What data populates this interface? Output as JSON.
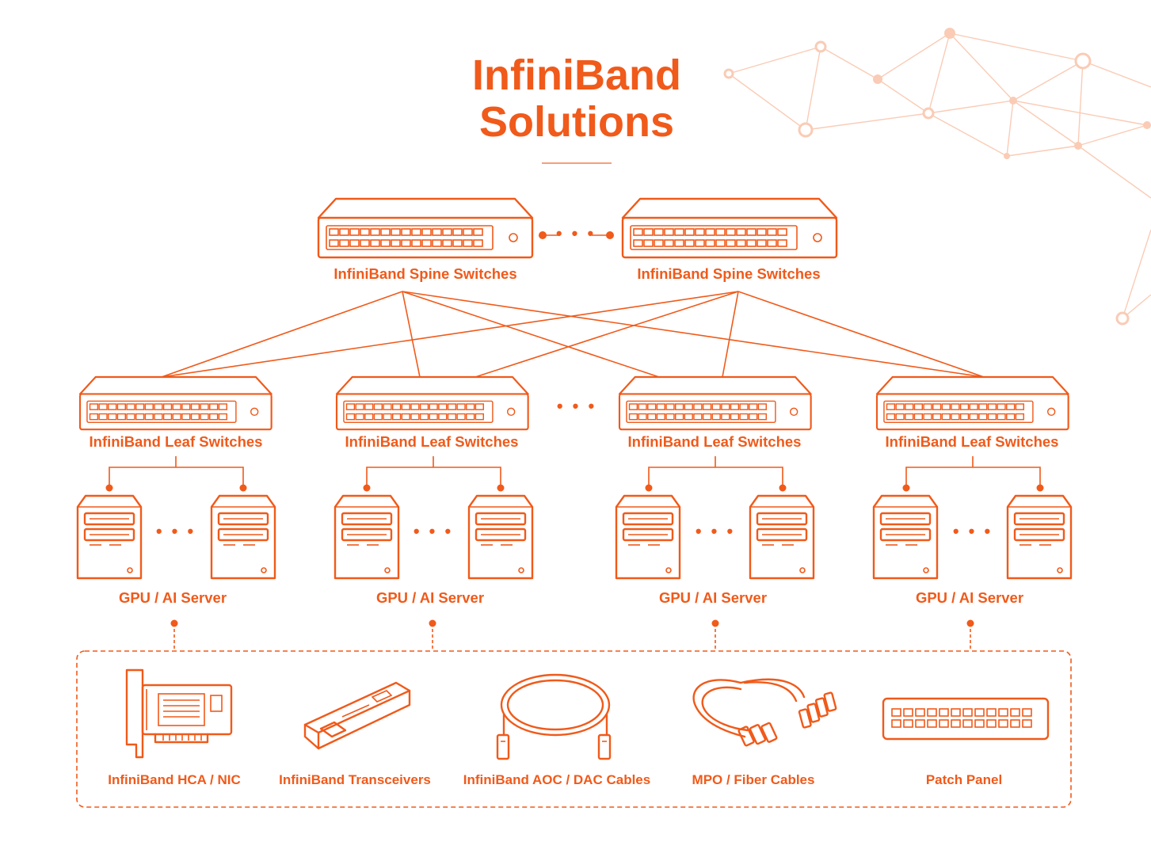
{
  "title": {
    "line1": "InfiniBand",
    "line2": "Solutions"
  },
  "accent_color": "#f05a1a",
  "spine": {
    "label": "InfiniBand Spine Switches",
    "link_ellipsis": "• • •"
  },
  "leaf": {
    "label": "InfiniBand Leaf Switches",
    "ellipsis": "• • •"
  },
  "server": {
    "label": "GPU / AI Server",
    "ellipsis": "• • •"
  },
  "products": [
    {
      "name": "InfiniBand HCA / NIC",
      "icon": "hca-nic-card-icon"
    },
    {
      "name": "InfiniBand Transceivers",
      "icon": "transceiver-icon"
    },
    {
      "name": "InfiniBand AOC / DAC Cables",
      "icon": "aoc-dac-cable-icon"
    },
    {
      "name": "MPO / Fiber Cables",
      "icon": "mpo-fiber-cable-icon"
    },
    {
      "name": "Patch Panel",
      "icon": "patch-panel-icon"
    }
  ],
  "decoration": {
    "icon": "network-mesh-icon"
  }
}
